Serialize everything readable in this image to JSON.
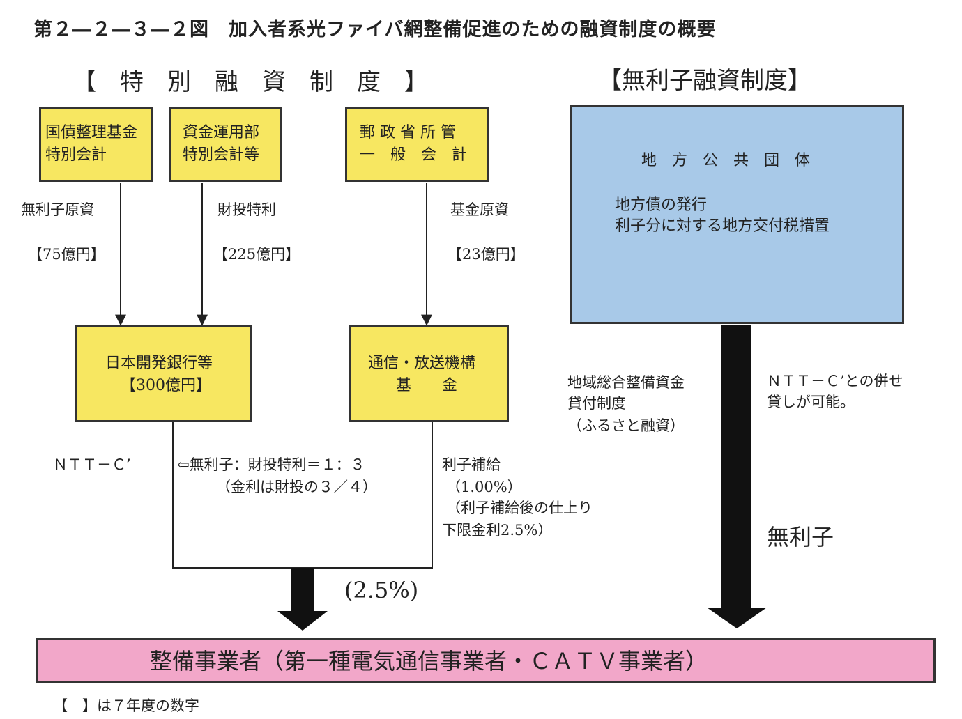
{
  "title": "第２―２―３―２図　加入者系光ファイバ網整備促進のための融資制度の概要",
  "sections": {
    "special": "【　特　別　融　資　制　度　】",
    "interest_free": "【無利子融資制度】"
  },
  "sources": [
    {
      "line1": "国債整理基金",
      "line2": "特別会計"
    },
    {
      "line1": "資金運用部",
      "line2": "特別会計等"
    },
    {
      "line1": "郵 政 省 所 管",
      "line2": "一　般　会　計"
    }
  ],
  "flows": [
    {
      "label": "無利子原資",
      "amount": "【75億円】"
    },
    {
      "label": "財投特利",
      "amount": "【225億円】"
    },
    {
      "label": "基金原資",
      "amount": "【23億円】"
    }
  ],
  "banks": {
    "devbank": {
      "line1": "日本開発銀行等",
      "line2": "【300億円】"
    },
    "fund": {
      "line1": "通信・放送機構",
      "line2": "基　　金"
    }
  },
  "local_gov": {
    "title": "地　方　公　共　団　体",
    "line1": "地方債の発行",
    "line2": "利子分に対する地方交付税措置"
  },
  "notes": {
    "ntt_left": "ＮＴＴ－Ｃ’",
    "ratio_line1": "⇦無利子：財投特利＝１：３",
    "ratio_line2": "（金利は財投の３／４）",
    "subsidy_line1": "利子補給",
    "subsidy_line2": "（1.00%）",
    "subsidy_line3": "（利子補給後の仕上り",
    "subsidy_line4": "下限金利2.5%）",
    "regional_line1": "地域総合整備資金",
    "regional_line2": "貸付制度",
    "regional_line3": "（ふるさと融資）",
    "combo_line1": "ＮＴＴ－Ｃ’との併せ",
    "combo_line2": "貸しが可能。",
    "no_interest": "無利子",
    "rate": "(2.5%)"
  },
  "target": "整備事業者（第一種電気通信事業者・ＣＡＴＶ事業者）",
  "footnote": "【　】は７年度の数字",
  "colors": {
    "yellow_box": "#f7e761",
    "blue_box": "#a8c9e8",
    "pink_box": "#f2a7c9",
    "arrow": "#111111"
  }
}
